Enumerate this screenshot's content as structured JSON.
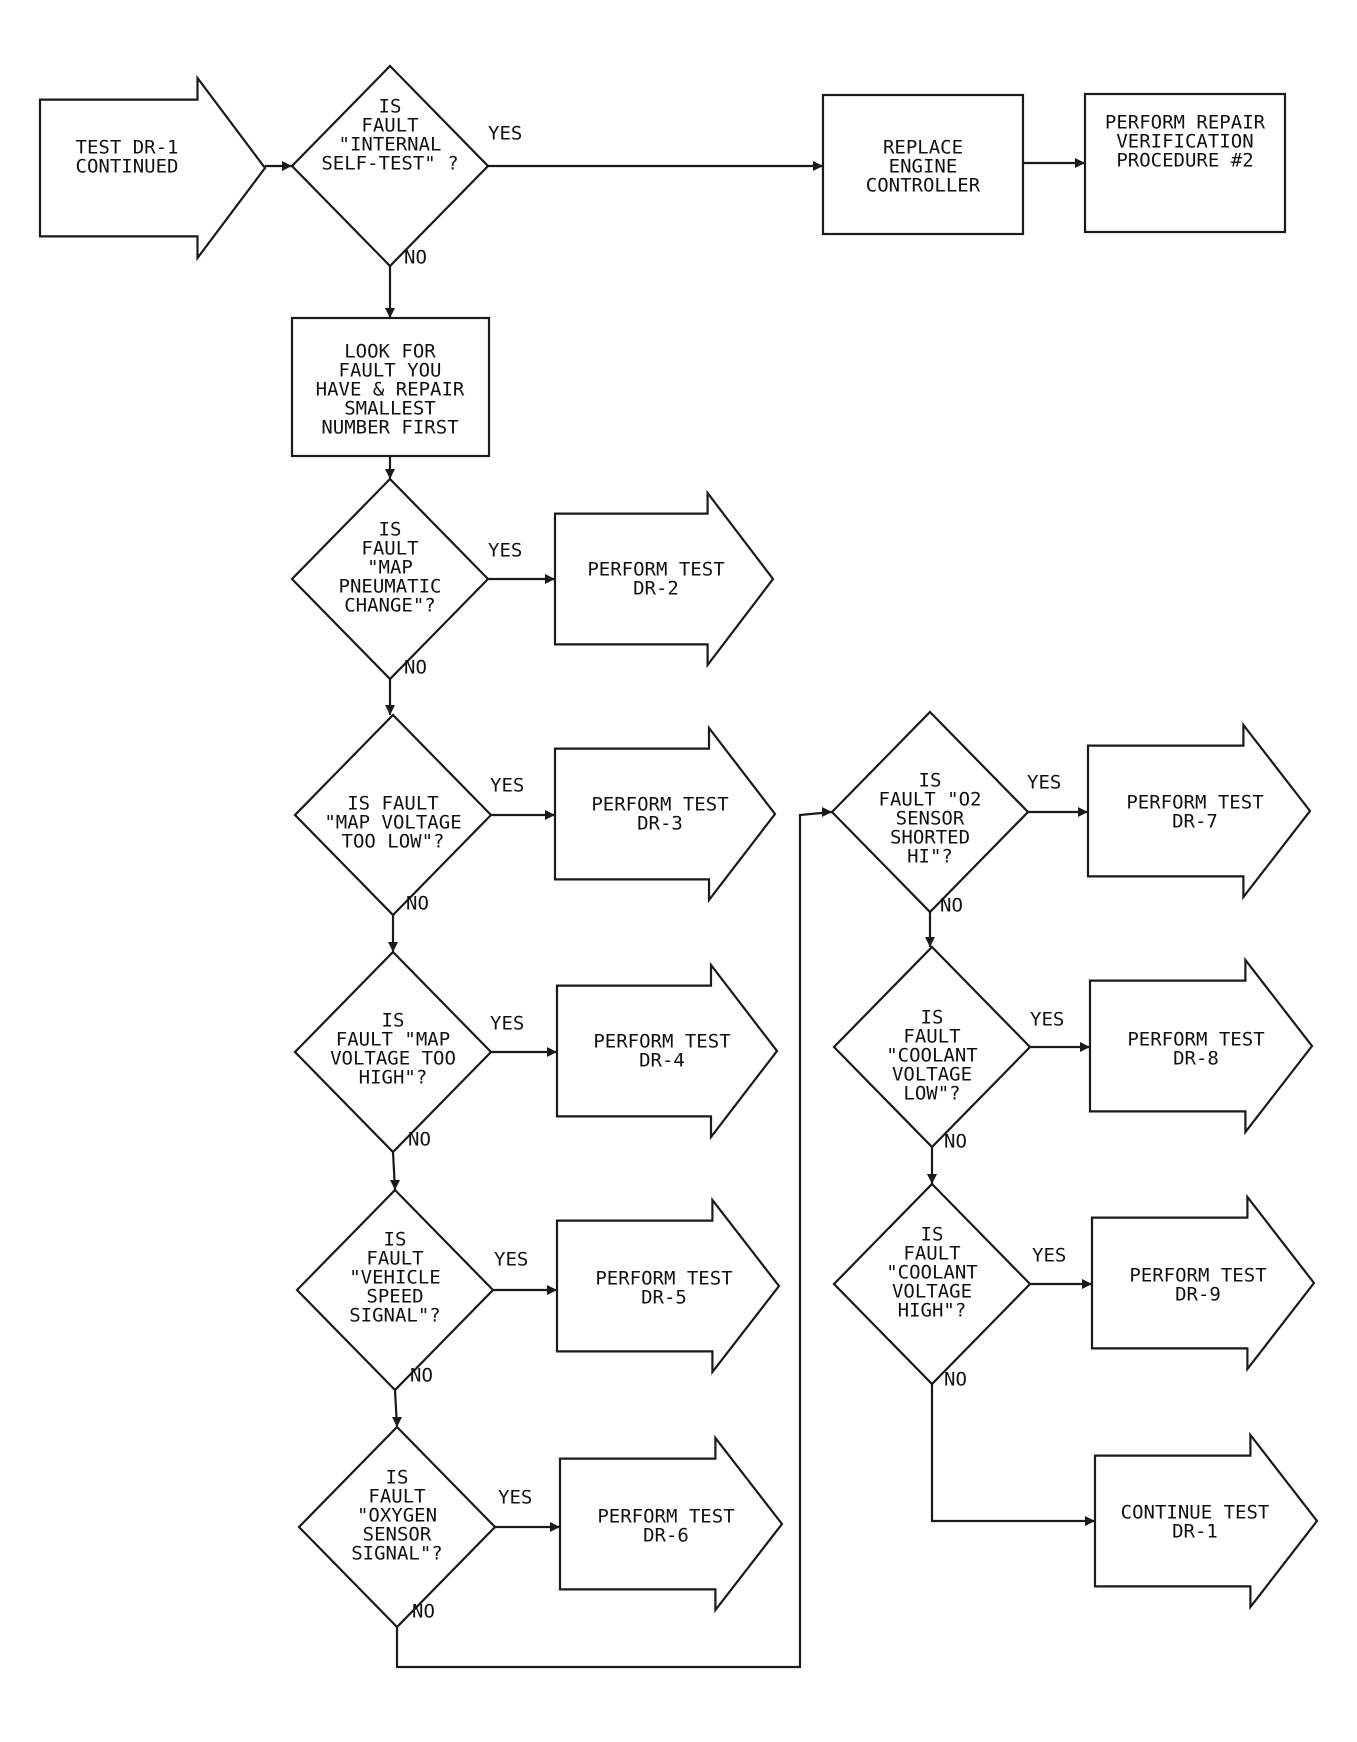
{
  "nodes": [
    {
      "id": "start",
      "lines": [
        "TEST DR-1",
        "CONTINUED"
      ]
    },
    {
      "id": "d1",
      "lines": [
        "IS",
        "FAULT",
        "\"INTERNAL",
        "SELF-TEST\" ?"
      ]
    },
    {
      "id": "replace",
      "lines": [
        "REPLACE",
        "ENGINE",
        "CONTROLLER"
      ]
    },
    {
      "id": "verify",
      "lines": [
        "PERFORM REPAIR",
        "VERIFICATION",
        "PROCEDURE #2"
      ]
    },
    {
      "id": "look",
      "lines": [
        "LOOK FOR",
        "FAULT YOU",
        "HAVE & REPAIR",
        "SMALLEST",
        "NUMBER FIRST"
      ]
    },
    {
      "id": "d2",
      "lines": [
        "IS",
        "FAULT",
        "\"MAP",
        "PNEUMATIC",
        "CHANGE\"?"
      ]
    },
    {
      "id": "t2",
      "lines": [
        "PERFORM TEST",
        "DR-2"
      ]
    },
    {
      "id": "d3",
      "lines": [
        "IS FAULT",
        "\"MAP VOLTAGE",
        "TOO LOW\"?"
      ]
    },
    {
      "id": "t3",
      "lines": [
        "PERFORM TEST",
        "DR-3"
      ]
    },
    {
      "id": "d4",
      "lines": [
        "IS",
        "FAULT \"MAP",
        "VOLTAGE TOO",
        "HIGH\"?"
      ]
    },
    {
      "id": "t4",
      "lines": [
        "PERFORM TEST",
        "DR-4"
      ]
    },
    {
      "id": "d5",
      "lines": [
        "IS",
        "FAULT",
        "\"VEHICLE",
        "SPEED",
        "SIGNAL\"?"
      ]
    },
    {
      "id": "t5",
      "lines": [
        "PERFORM TEST",
        "DR-5"
      ]
    },
    {
      "id": "d6",
      "lines": [
        "IS",
        "FAULT",
        "\"OXYGEN",
        "SENSOR",
        "SIGNAL\"?"
      ]
    },
    {
      "id": "t6",
      "lines": [
        "PERFORM TEST",
        "DR-6"
      ]
    },
    {
      "id": "d7",
      "lines": [
        "IS",
        "FAULT \"O2",
        "SENSOR",
        "SHORTED",
        "HI\"?"
      ]
    },
    {
      "id": "t7",
      "lines": [
        "PERFORM TEST",
        "DR-7"
      ]
    },
    {
      "id": "d8",
      "lines": [
        "IS",
        "FAULT",
        "\"COOLANT",
        "VOLTAGE",
        "LOW\"?"
      ]
    },
    {
      "id": "t8",
      "lines": [
        "PERFORM TEST",
        "DR-8"
      ]
    },
    {
      "id": "d9",
      "lines": [
        "IS",
        "FAULT",
        "\"COOLANT",
        "VOLTAGE",
        "HIGH\"?"
      ]
    },
    {
      "id": "t9",
      "lines": [
        "PERFORM TEST",
        "DR-9"
      ]
    },
    {
      "id": "cont",
      "lines": [
        "CONTINUE TEST",
        "DR-1"
      ]
    }
  ],
  "labels": [
    {
      "id": "y1",
      "text": "YES"
    },
    {
      "id": "n1",
      "text": "NO"
    },
    {
      "id": "y2",
      "text": "YES"
    },
    {
      "id": "n2",
      "text": "NO"
    },
    {
      "id": "y3",
      "text": "YES"
    },
    {
      "id": "n3",
      "text": "NO"
    },
    {
      "id": "y4",
      "text": "YES"
    },
    {
      "id": "n4",
      "text": "NO"
    },
    {
      "id": "y5",
      "text": "YES"
    },
    {
      "id": "n5",
      "text": "NO"
    },
    {
      "id": "y6",
      "text": "YES"
    },
    {
      "id": "n6",
      "text": "NO"
    },
    {
      "id": "y7",
      "text": "YES"
    },
    {
      "id": "n7",
      "text": "NO"
    },
    {
      "id": "y8",
      "text": "YES"
    },
    {
      "id": "n8",
      "text": "NO"
    },
    {
      "id": "y9",
      "text": "YES"
    },
    {
      "id": "n9",
      "text": "NO"
    }
  ]
}
